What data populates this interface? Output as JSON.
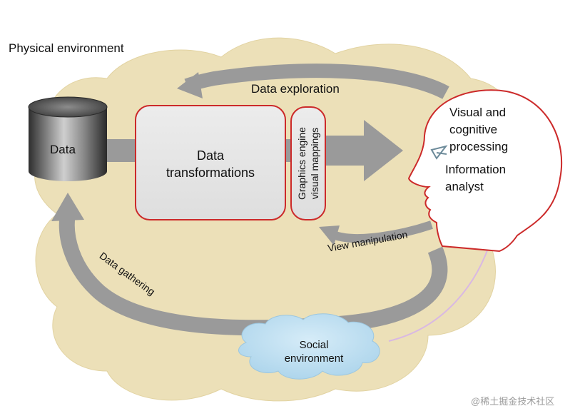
{
  "labels": {
    "physical_environment": "Physical environment",
    "data": "Data",
    "data_transformations": [
      "Data",
      "transformations"
    ],
    "graphics_engine": [
      "Graphics engine",
      "visual mappings"
    ],
    "visual_cognitive": [
      "Visual and",
      "cognitive",
      "processing"
    ],
    "information_analyst": [
      "Information",
      "analyst"
    ],
    "data_exploration": "Data exploration",
    "view_manipulation": "View manipulation",
    "data_gathering": "Data gathering",
    "social_environment": [
      "Social",
      "environment"
    ]
  },
  "watermark": "@稀土掘金技术社区",
  "colors": {
    "blob": "#ece0b8",
    "arrow": "#9a9a9a",
    "box_fill": "#e3e3e3",
    "box_stroke": "#cc2a2a",
    "cloud": "#b9dcef",
    "cylinder_dark": "#3c3c3c",
    "cylinder_light": "#d4d4d4"
  }
}
